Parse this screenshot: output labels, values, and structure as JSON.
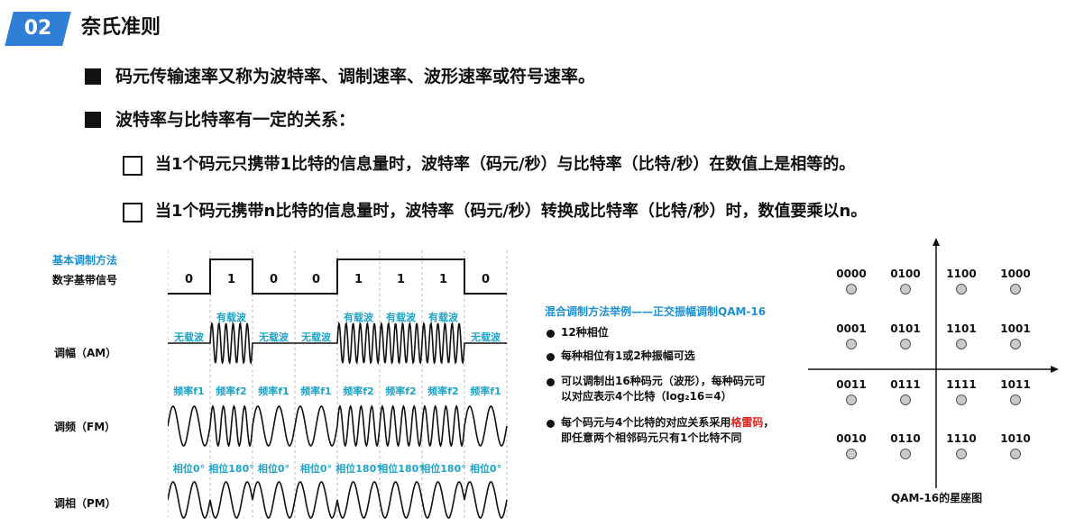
{
  "section": {
    "number": "02",
    "title": "奈氏准则"
  },
  "bullets": [
    {
      "text": "码元传输速率又称为波特率、调制速率、波形速率或符号速率。"
    },
    {
      "text": "波特率与比特率有一定的关系："
    }
  ],
  "sub_bullets": [
    {
      "text": "当1个码元只携带1比特的信息量时，波特率（码元/秒）与比特率（比特/秒）在数值上是相等的。"
    },
    {
      "text": "当1个码元携带n比特的信息量时，波特率（码元/秒）转换成比特率（比特/秒）时，数值要乘以n。"
    }
  ],
  "modulation": {
    "title": "基本调制方法",
    "baseband_label": "数字基带信号",
    "bits": [
      "0",
      "1",
      "0",
      "0",
      "1",
      "1",
      "1",
      "0"
    ],
    "am_label": "调幅（AM）",
    "am_tags": [
      "无载波",
      "有载波",
      "无载波",
      "无载波",
      "有载波",
      "有载波",
      "有载波",
      "无载波"
    ],
    "fm_label": "调频（FM）",
    "fm_tags": [
      "频率f1",
      "频率f2",
      "频率f1",
      "频率f1",
      "频率f2",
      "频率f2",
      "频率f2",
      "频率f1"
    ],
    "pm_label": "调相（PM）",
    "pm_tags": [
      "相位0°",
      "相位180°",
      "相位0°",
      "相位0°",
      "相位180°",
      "相位180°",
      "相位180°",
      "相位0°"
    ]
  },
  "qam": {
    "title": "混合调制方法举例——正交振幅调制QAM-16",
    "points": [
      {
        "text": "12种相位"
      },
      {
        "text": "每种相位有1或2种振幅可选"
      },
      {
        "line1": "可以调制出16种码元（波形），每种码元可",
        "line2": "以对应表示4个比特（log₂16=4）"
      },
      {
        "line1_pre": "每个码元与4个比特的对应关系采用",
        "line1_hl": "格雷码",
        "line1_post": "，",
        "line2": "即任意两个相邻码元只有1个比特不同"
      }
    ]
  },
  "constellation": {
    "caption": "QAM-16的星座图",
    "rows": [
      [
        "0000",
        "0100",
        "1100",
        "1000"
      ],
      [
        "0001",
        "0101",
        "1101",
        "1001"
      ],
      [
        "0011",
        "0111",
        "1111",
        "1011"
      ],
      [
        "0010",
        "0110",
        "1110",
        "1010"
      ]
    ]
  },
  "colors": {
    "accent": "#2f7fd6",
    "label_blue": "#1f8fd4",
    "highlight": "#e0231d"
  }
}
